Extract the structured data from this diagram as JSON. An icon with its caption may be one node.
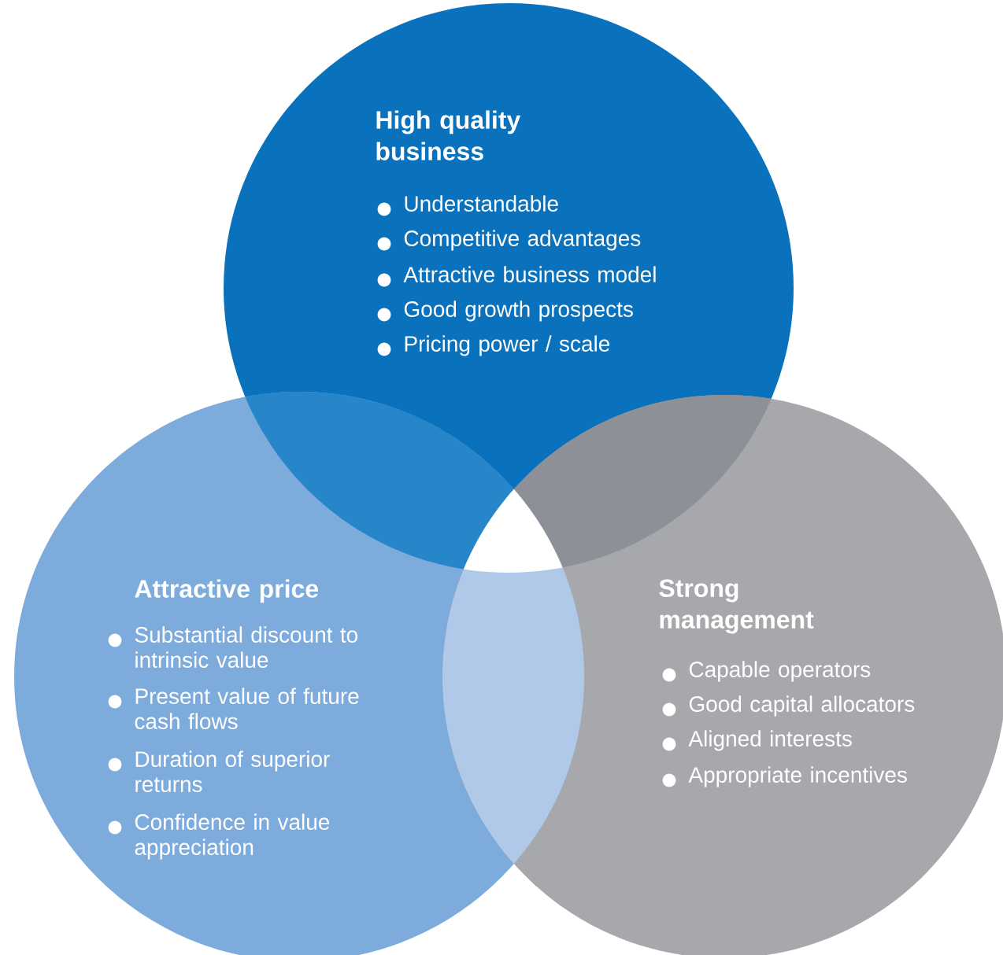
{
  "diagram": {
    "nodes": [
      {
        "text": [
          "High quality business",
          "Understandable",
          "Competitive advantages",
          "Attractive business model",
          "Good growth prospects",
          "Pricing power / scale"
        ]
      },
      {
        "text": [
          "Attractive price",
          "Substantial discount to intrinsic value",
          "Present value of future cash flows",
          "Duration of superior returns",
          "Confidence in value appreciation"
        ]
      },
      {
        "text": [
          "Strong management",
          "Capable operators",
          "Good capital allocators",
          "Aligned interests",
          "Appropriate incentives"
        ]
      }
    ]
  }
}
